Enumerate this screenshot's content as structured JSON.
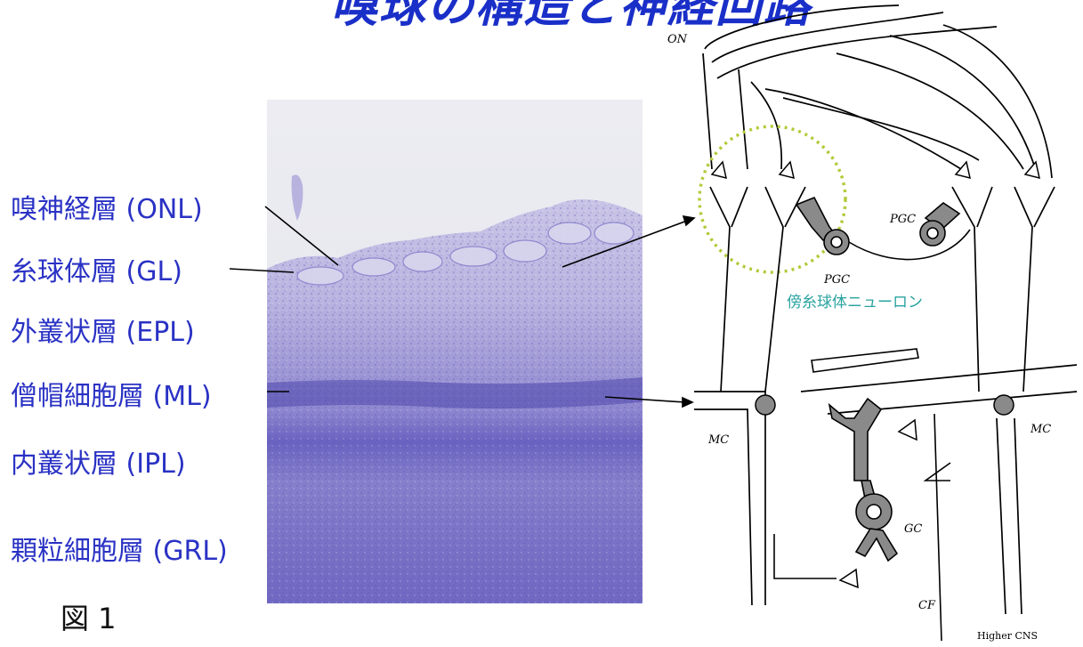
{
  "title": "嗅球の構造と神経回路",
  "layers": [
    {
      "label": "嗅神経層 (ONL)"
    },
    {
      "label": "糸球体層 (GL)"
    },
    {
      "label": "外叢状層 (EPL)"
    },
    {
      "label": "僧帽細胞層 (ML)"
    },
    {
      "label": "内叢状層 (IPL)"
    },
    {
      "label": "顆粒細胞層 (GRL)"
    }
  ],
  "figure_label": "図 1",
  "diagram": {
    "on_label": "ON",
    "pgc_label_right": "PGC",
    "pgc_label_center": "PGC",
    "pgc_caption": "傍糸球体ニューロン",
    "mc_label_left": "MC",
    "mc_label_right": "MC",
    "gc_label": "GC",
    "cf_label": "CF",
    "higher_cns_label": "Higher CNS"
  },
  "colors": {
    "title": "#1a2fc8",
    "labels": "#2a32c4",
    "caption": "#2aa3a0",
    "glomerulus_circle": "#b5c93a",
    "interneuron_fill": "#8a8a8a",
    "stain": "#6a66c0"
  }
}
